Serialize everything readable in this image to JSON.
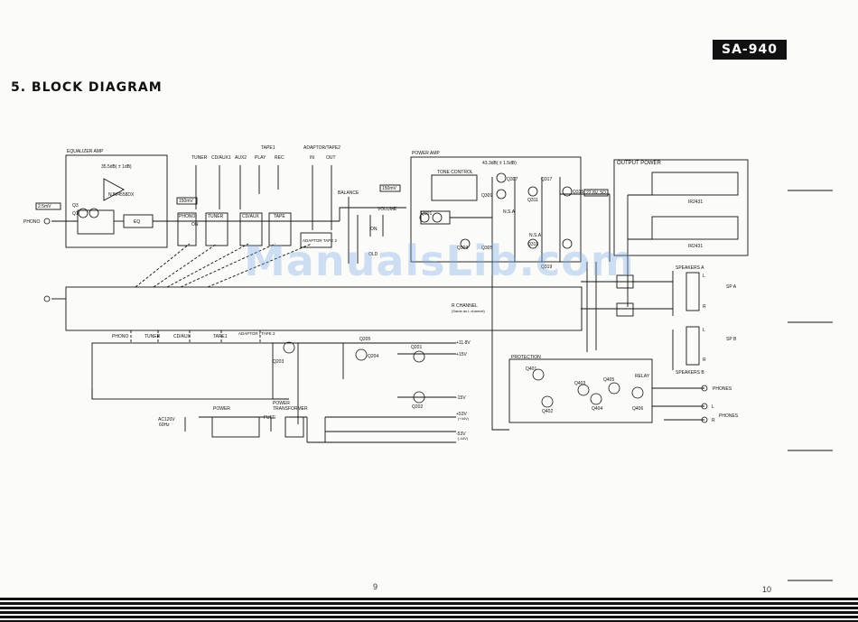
{
  "header": {
    "model": "SA-940",
    "title": "5. BLOCK DIAGRAM"
  },
  "page_numbers": {
    "left": "9",
    "right": "10"
  },
  "watermark": "ManualsLib.com",
  "labels": {
    "equalizer_amp": "EQUALIZER AMP",
    "gain_35db": "35.5dB( ± 1dB)",
    "ic_eq": "NJM4558DX",
    "eq_block": "EQ",
    "phono_level": "2.5mV",
    "phono_in": "PHONO",
    "q1": "Q1",
    "q3": "Q3",
    "level_150mv": "150mV",
    "level_150mv_2": "150mV",
    "src_tuner": "TUNER",
    "src_cdaux1": "CD/AUX1",
    "src_aux2": "AUX2",
    "tape1_head": "TAPE1",
    "play": "PLAY",
    "rec": "REC",
    "adaptor_tape2_head": "ADAPTOR/TAPE2",
    "in": "IN",
    "out": "OUT",
    "sel_phono": "PHONO",
    "sel_tuner": "TUNER",
    "sel_cdaux": "CD/AUX",
    "sel_tape": "TAPE",
    "adaptor_tape2_box": "ADAPTOR TAPE 2",
    "balance": "BALANCE",
    "volume": "VOLUME",
    "sw_on": "ON",
    "sw_on2": "ON",
    "sw_on3": "ON",
    "loudness": "OLD",
    "power_amp": "POWER AMP",
    "gain_43db": "43.3dB( ± 1.5dB)",
    "tone_control": "TONE CONTROL",
    "nsa": "N.S.A",
    "nsa2": "N.S.A",
    "q301": "Q301",
    "q307": "Q307",
    "q309": "Q309",
    "q311": "Q311",
    "q313": "Q313",
    "q315": "Q315",
    "q317": "Q317",
    "q319": "Q319",
    "q305": "Q305",
    "q303": "Q303",
    "out_level": "22.8V, 5Ω",
    "output_power": "OUTPUT POWER",
    "ic_out1": "IR2431",
    "ic_out2": "IR2431",
    "speakers_a": "SPEAKERS A",
    "speakers_b": "SPEAKERS B",
    "sp_a": "SP A",
    "sp_b": "SP B",
    "spk_l": "L",
    "spk_r": "R",
    "spk_l2": "L",
    "spk_r2": "R",
    "r_channel": "R CHANNEL",
    "r_channel_note": "(Same as L channel)",
    "rec_phono": "PHONO",
    "rec_tuner": "TUNER",
    "rec_cdaux": "CD/AUX",
    "rec_tape1": "TAPE1",
    "rec_adaptor": "ADAPTOR / TAPE 2",
    "q201": "Q201",
    "q202": "Q202",
    "q203": "Q203",
    "q204": "Q204",
    "q205": "Q205",
    "v_p118": "+11.8V",
    "v_p15": "+15V",
    "v_m15": "-15V",
    "v_p53": "+53V",
    "v_p53b": "(+44V)",
    "v_m53": "-53V",
    "v_m53b": "(-44V)",
    "protection": "PROTECTION",
    "q401": "Q401",
    "q402": "Q402",
    "q403": "Q403",
    "q404": "Q404",
    "q405": "Q405",
    "q406": "Q406",
    "relay": "RELAY",
    "phones": "PHONES",
    "phones2": "PHONES",
    "ac_in": "AC120V",
    "ac_hz": "60Hz",
    "power": "POWER",
    "fuse": "FUSE",
    "power_transformer_1": "POWER",
    "power_transformer_2": "TRANSFORMER",
    "l_ch": "L",
    "r_ch": "R"
  }
}
